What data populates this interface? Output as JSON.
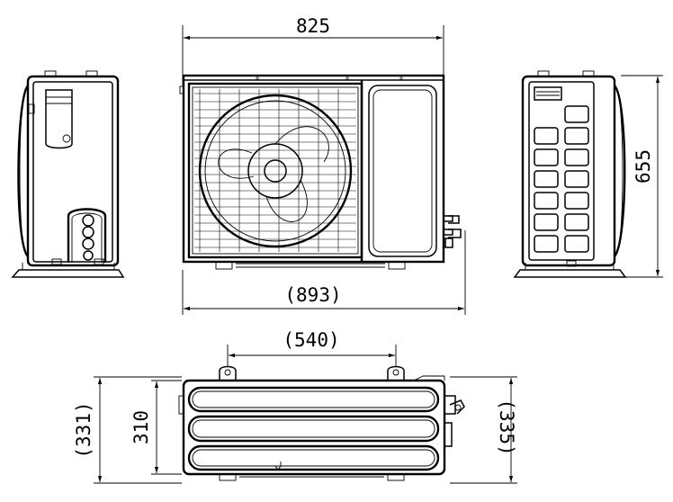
{
  "drawing": {
    "dim_front_width": "825",
    "dim_front_overall_width": "(893)",
    "dim_side_height": "655",
    "dim_mount_spacing": "(540)",
    "dim_base_depth": "310",
    "dim_base_depth_left_overall": "(331)",
    "dim_base_depth_right_overall": "(335)"
  }
}
